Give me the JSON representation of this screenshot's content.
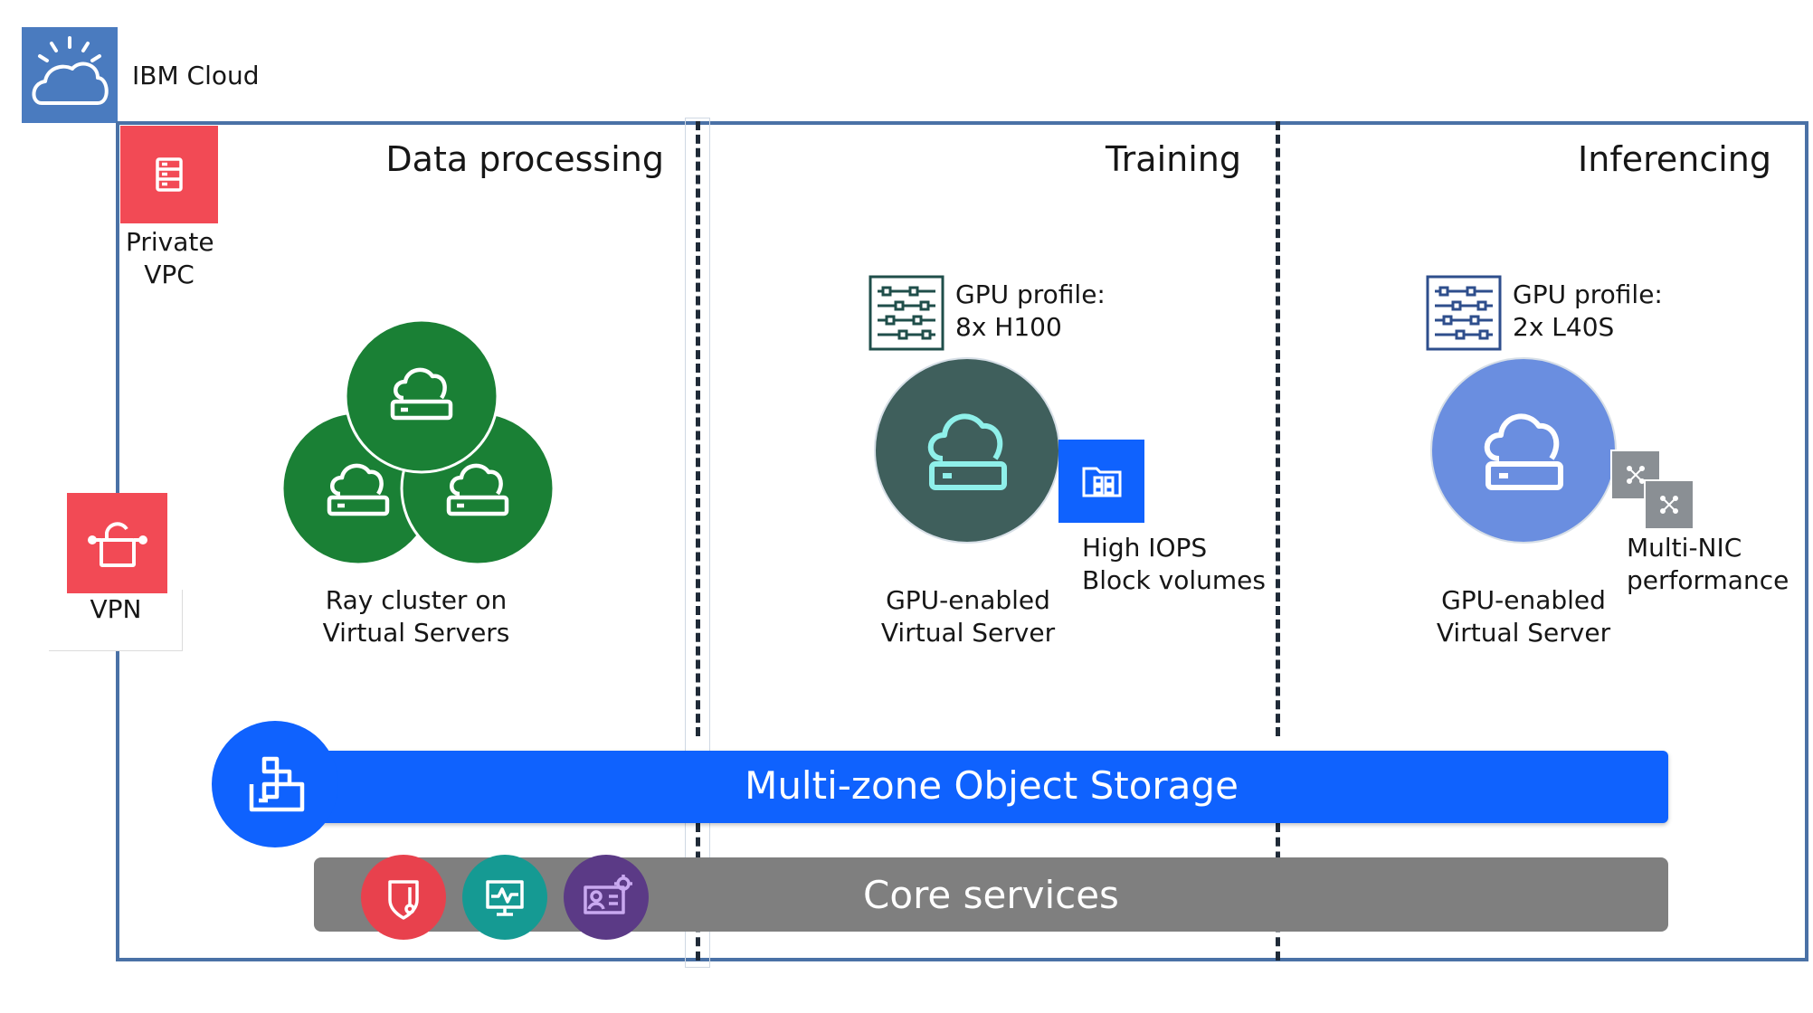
{
  "header": {
    "provider_label": "IBM Cloud",
    "provider_icon": "ibm-cloud-icon"
  },
  "vpc": {
    "label": "Private VPC",
    "icon": "server-icon"
  },
  "vpn": {
    "label": "VPN",
    "icon": "lock-icon"
  },
  "sections": {
    "data_processing": {
      "title": "Data processing",
      "cluster_label_line1": "Ray cluster on",
      "cluster_label_line2": "Virtual Servers"
    },
    "training": {
      "title": "Training",
      "gpu_profile_line1": "GPU profile:",
      "gpu_profile_line2": "8x H100",
      "server_label_line1": "GPU-enabled",
      "server_label_line2": "Virtual Server",
      "storage_label_line1": "High IOPS",
      "storage_label_line2": "Block volumes"
    },
    "inferencing": {
      "title": "Inferencing",
      "gpu_profile_line1": "GPU profile:",
      "gpu_profile_line2": "2x L40S",
      "server_label_line1": "GPU-enabled",
      "server_label_line2": "Virtual Server",
      "nic_label_line1": "Multi-NIC",
      "nic_label_line2": "performance"
    }
  },
  "storage": {
    "label": "Multi-zone Object Storage",
    "icon": "object-storage-icon"
  },
  "core": {
    "label": "Core services",
    "services": [
      {
        "icon": "security-shield-icon",
        "color": "#e8414d"
      },
      {
        "icon": "monitoring-icon",
        "color": "#159a93"
      },
      {
        "icon": "identity-settings-icon",
        "color": "#5b3a86"
      }
    ]
  },
  "colors": {
    "ibm_blue": "#4a7bbf",
    "vpc_frame": "#4a71a6",
    "red_tile": "#f24a55",
    "cluster_green": "#1a8035",
    "training_server": "#3f5f5c",
    "training_cloud": "#8ff0ea",
    "infer_server": "#6a8ee0",
    "storage_blue": "#0f62fe",
    "core_gray": "#7f7f7f"
  }
}
